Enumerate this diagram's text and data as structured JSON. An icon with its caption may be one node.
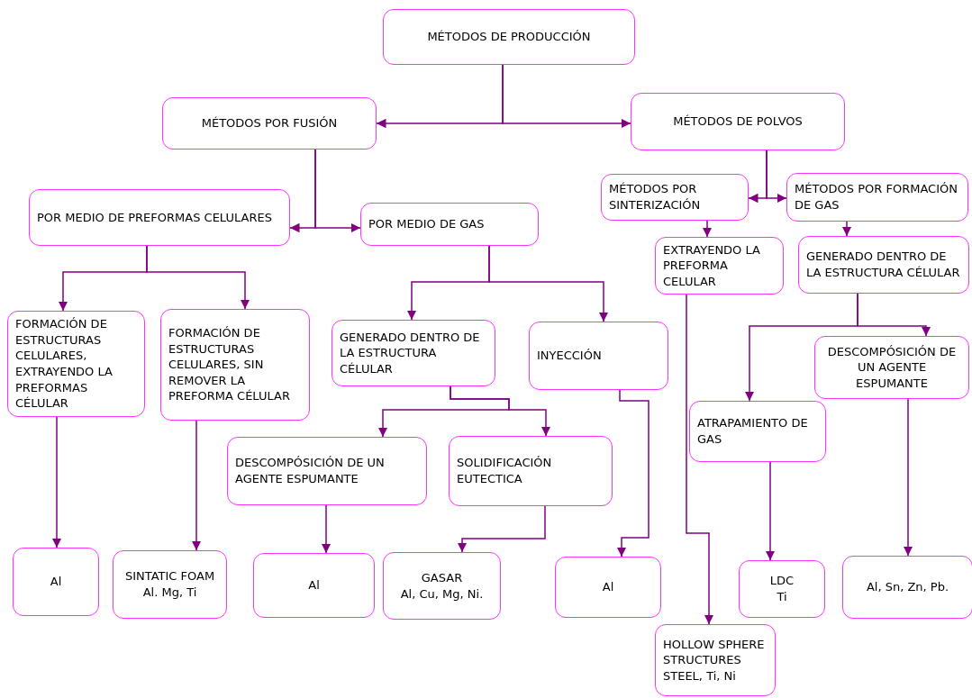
{
  "diagram": {
    "nodes": [
      {
        "text": [
          "MÉTODOS DE PRODUCCIÓN"
        ]
      },
      {
        "text": [
          "MÉTODOS POR FUSIÓN"
        ]
      },
      {
        "text": [
          "MÉTODOS DE POLVOS"
        ]
      },
      {
        "text": [
          "POR MEDIO DE PREFORMAS CELULARES"
        ]
      },
      {
        "text": [
          "POR MEDIO DE GAS"
        ]
      },
      {
        "text": [
          "MÉTODOS POR SINTERIZACIÓN"
        ]
      },
      {
        "text": [
          "MÉTODOS POR FORMACIÓN DE GAS"
        ]
      },
      {
        "text": [
          "EXTRAYENDO LA PREFORMA CELULAR"
        ]
      },
      {
        "text": [
          "GENERADO DENTRO DE LA ESTRUCTURA CÉLULAR"
        ]
      },
      {
        "text": [
          "FORMACIÓN DE ESTRUCTURAS CELULARES, EXTRAYENDO LA PREFORMAS CÉLULAR"
        ]
      },
      {
        "text": [
          "FORMACIÓN DE ESTRUCTURAS CELULARES, SIN REMOVER LA PREFORMA CÉLULAR"
        ]
      },
      {
        "text": [
          "GENERADO DENTRO DE LA ESTRUCTURA CÉLULAR"
        ]
      },
      {
        "text": [
          "INYECCIÓN"
        ]
      },
      {
        "text": [
          "DESCOMPÓSICIÓN DE UN AGENTE ESPUMANTE"
        ]
      },
      {
        "text": [
          "ATRAPAMIENTO DE GAS"
        ]
      },
      {
        "text": [
          "DESCOMPÓSICIÓN DE UN AGENTE ESPUMANTE"
        ]
      },
      {
        "text": [
          "SOLIDIFICACIÓN EUTECTICA"
        ]
      },
      {
        "text": [
          "Al"
        ]
      },
      {
        "text": [
          "SINTATIC FOAM",
          "Al. Mg, Ti"
        ]
      },
      {
        "text": [
          "Al"
        ]
      },
      {
        "text": [
          "GASAR",
          "Al, Cu, Mg, Ni."
        ]
      },
      {
        "text": [
          "Al"
        ]
      },
      {
        "text": [
          "HOLLOW SPHERE STRUCTURES",
          "STEEL, Ti, Ni"
        ]
      },
      {
        "text": [
          "LDC",
          "Ti"
        ]
      },
      {
        "text": [
          "Al, Sn, Zn, Pb."
        ]
      }
    ],
    "edges": [
      {
        "from": 0,
        "to": 1,
        "arrow": "to"
      },
      {
        "from": 0,
        "to": 2,
        "arrow": "to"
      },
      {
        "from": 1,
        "to": 3,
        "arrow": "to"
      },
      {
        "from": 1,
        "to": 4,
        "arrow": "to"
      },
      {
        "from": 2,
        "to": 5,
        "arrow": "to"
      },
      {
        "from": 2,
        "to": 6,
        "arrow": "to"
      },
      {
        "from": 5,
        "to": 7,
        "arrow": "to"
      },
      {
        "from": 6,
        "to": 8,
        "arrow": "to"
      },
      {
        "from": 3,
        "to": 9,
        "arrow": "to"
      },
      {
        "from": 3,
        "to": 10,
        "arrow": "to"
      },
      {
        "from": 4,
        "to": 11,
        "arrow": "to"
      },
      {
        "from": 4,
        "to": 12,
        "arrow": "to"
      },
      {
        "from": 11,
        "to": 15,
        "arrow": "to"
      },
      {
        "from": 11,
        "to": 16,
        "arrow": "to"
      },
      {
        "from": 12,
        "to": 21,
        "arrow": "to"
      },
      {
        "from": 16,
        "to": 20,
        "arrow": "to"
      },
      {
        "from": 8,
        "to": 14,
        "arrow": "to"
      },
      {
        "from": 8,
        "to": 13,
        "arrow": "to"
      },
      {
        "from": 7,
        "to": 22,
        "arrow": "to"
      },
      {
        "from": 9,
        "to": 17,
        "arrow": "to"
      },
      {
        "from": 10,
        "to": 18,
        "arrow": "to"
      },
      {
        "from": 15,
        "to": 19,
        "arrow": "to"
      },
      {
        "from": 14,
        "to": 23,
        "arrow": "to"
      },
      {
        "from": 13,
        "to": 24,
        "arrow": "to"
      }
    ]
  }
}
